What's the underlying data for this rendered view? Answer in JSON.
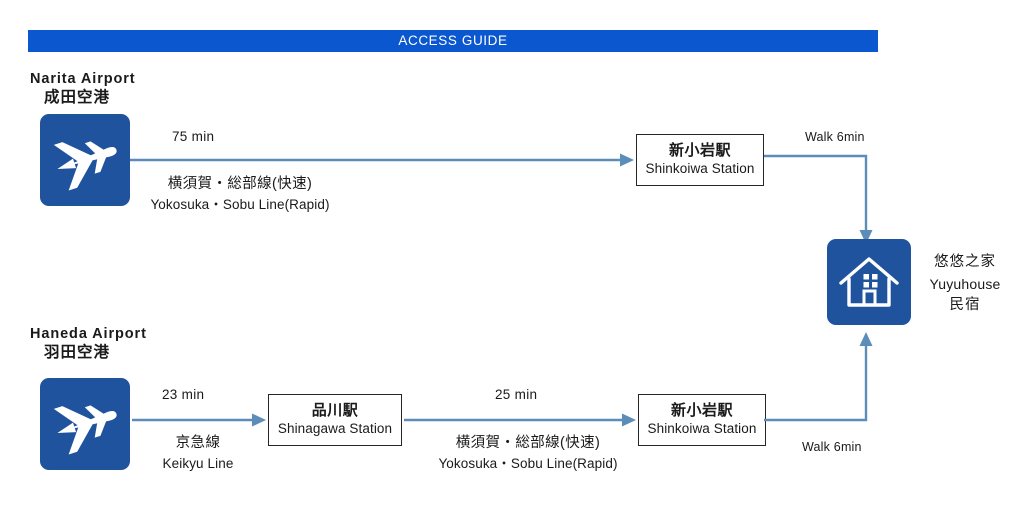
{
  "header": {
    "title": "ACCESS GUIDE",
    "bar_color": "#0B57D0"
  },
  "theme": {
    "icon_blue": "#20539E",
    "connector_blue": "#5B8DB8",
    "box_border": "#262626",
    "text_color": "#1a1a1a"
  },
  "routes": {
    "narita": {
      "origin": {
        "name_en": "Narita Airport",
        "name_jp": "成田空港",
        "icon": "airplane-icon"
      },
      "segment": {
        "time": "75 min",
        "line_jp": "横須賀・総部線(快速)",
        "line_en": "Yokosuka・Sobu Line(Rapid)"
      },
      "station": {
        "name_jp": "新小岩駅",
        "name_en": "Shinkoiwa Station"
      },
      "walk": "Walk 6min"
    },
    "haneda": {
      "origin": {
        "name_en": "Haneda Airport",
        "name_jp": "羽田空港",
        "icon": "airplane-icon"
      },
      "segment1": {
        "time": "23 min",
        "line_jp": "京急線",
        "line_en": "Keikyu Line"
      },
      "station1": {
        "name_jp": "品川駅",
        "name_en": "Shinagawa Station"
      },
      "segment2": {
        "time": "25 min",
        "line_jp": "横須賀・総部線(快速)",
        "line_en": "Yokosuka・Sobu Line(Rapid)"
      },
      "station2": {
        "name_jp": "新小岩駅",
        "name_en": "Shinkoiwa Station"
      },
      "walk": "Walk 6min"
    }
  },
  "destination": {
    "icon": "house-icon",
    "name_jp": "悠悠之家",
    "name_en": "Yuyuhouse",
    "type_jp": "民宿"
  }
}
